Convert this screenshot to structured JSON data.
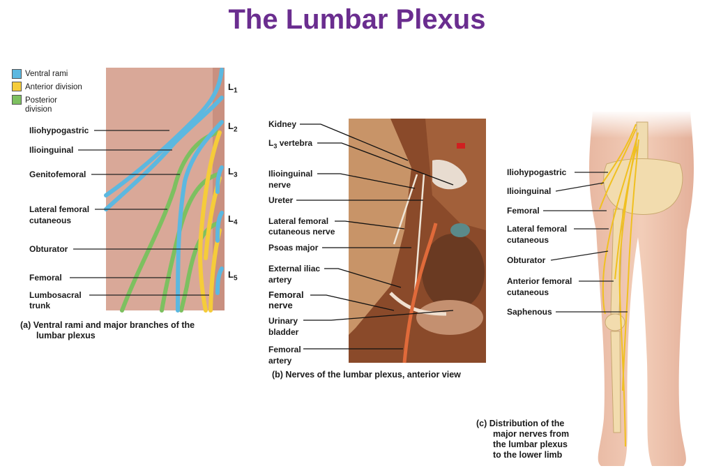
{
  "title": "The Lumbar Plexus",
  "colors": {
    "ventral": "#5cb8e0",
    "anterior": "#f5cc3a",
    "posterior": "#7dc060"
  },
  "legend": {
    "ventral": "Ventral rami",
    "anterior": "Anterior division",
    "posterior_1": "Posterior",
    "posterior_2": "division"
  },
  "panel_a": {
    "levels": [
      "1",
      "2",
      "3",
      "4",
      "5"
    ],
    "level_prefix": "L",
    "labels": {
      "iliohypogastric": "Iliohypogastric",
      "ilioinguinal": "Ilioinguinal",
      "genitofemoral": "Genitofemoral",
      "lat_fem_1": "Lateral femoral",
      "lat_fem_2": "cutaneous",
      "obturator": "Obturator",
      "femoral": "Femoral",
      "lumbosacral_1": "Lumbosacral",
      "lumbosacral_2": "trunk"
    },
    "caption_1": "(a) Ventral rami and major branches of the",
    "caption_2": "lumbar plexus"
  },
  "panel_b": {
    "labels": {
      "kidney": "Kidney",
      "l3_prefix": "L",
      "l3_sub": "3",
      "l3_suffix": " vertebra",
      "ilioinguinal_1": "Ilioinguinal",
      "ilioinguinal_2": "nerve",
      "ureter": "Ureter",
      "lat_fem_1": "Lateral femoral",
      "lat_fem_2": "cutaneous nerve",
      "psoas": "Psoas major",
      "ext_iliac_1": "External iliac",
      "ext_iliac_2": "artery",
      "femoral_nerve_1": "Femoral",
      "femoral_nerve_2": "nerve",
      "bladder_1": "Urinary",
      "bladder_2": "bladder",
      "fem_artery_1": "Femoral",
      "fem_artery_2": "artery"
    },
    "caption": "(b) Nerves of the lumbar plexus, anterior view"
  },
  "panel_c": {
    "labels": {
      "iliohypogastric": "Iliohypogastric",
      "ilioinguinal": "Ilioinguinal",
      "femoral": "Femoral",
      "lat_fem_1": "Lateral femoral",
      "lat_fem_2": "cutaneous",
      "obturator": "Obturator",
      "ant_fem_1": "Anterior femoral",
      "ant_fem_2": "cutaneous",
      "saphenous": "Saphenous"
    },
    "caption_1": "(c) Distribution of the",
    "caption_2": "major nerves from",
    "caption_3": "the lumbar plexus",
    "caption_4": "to the lower limb"
  }
}
